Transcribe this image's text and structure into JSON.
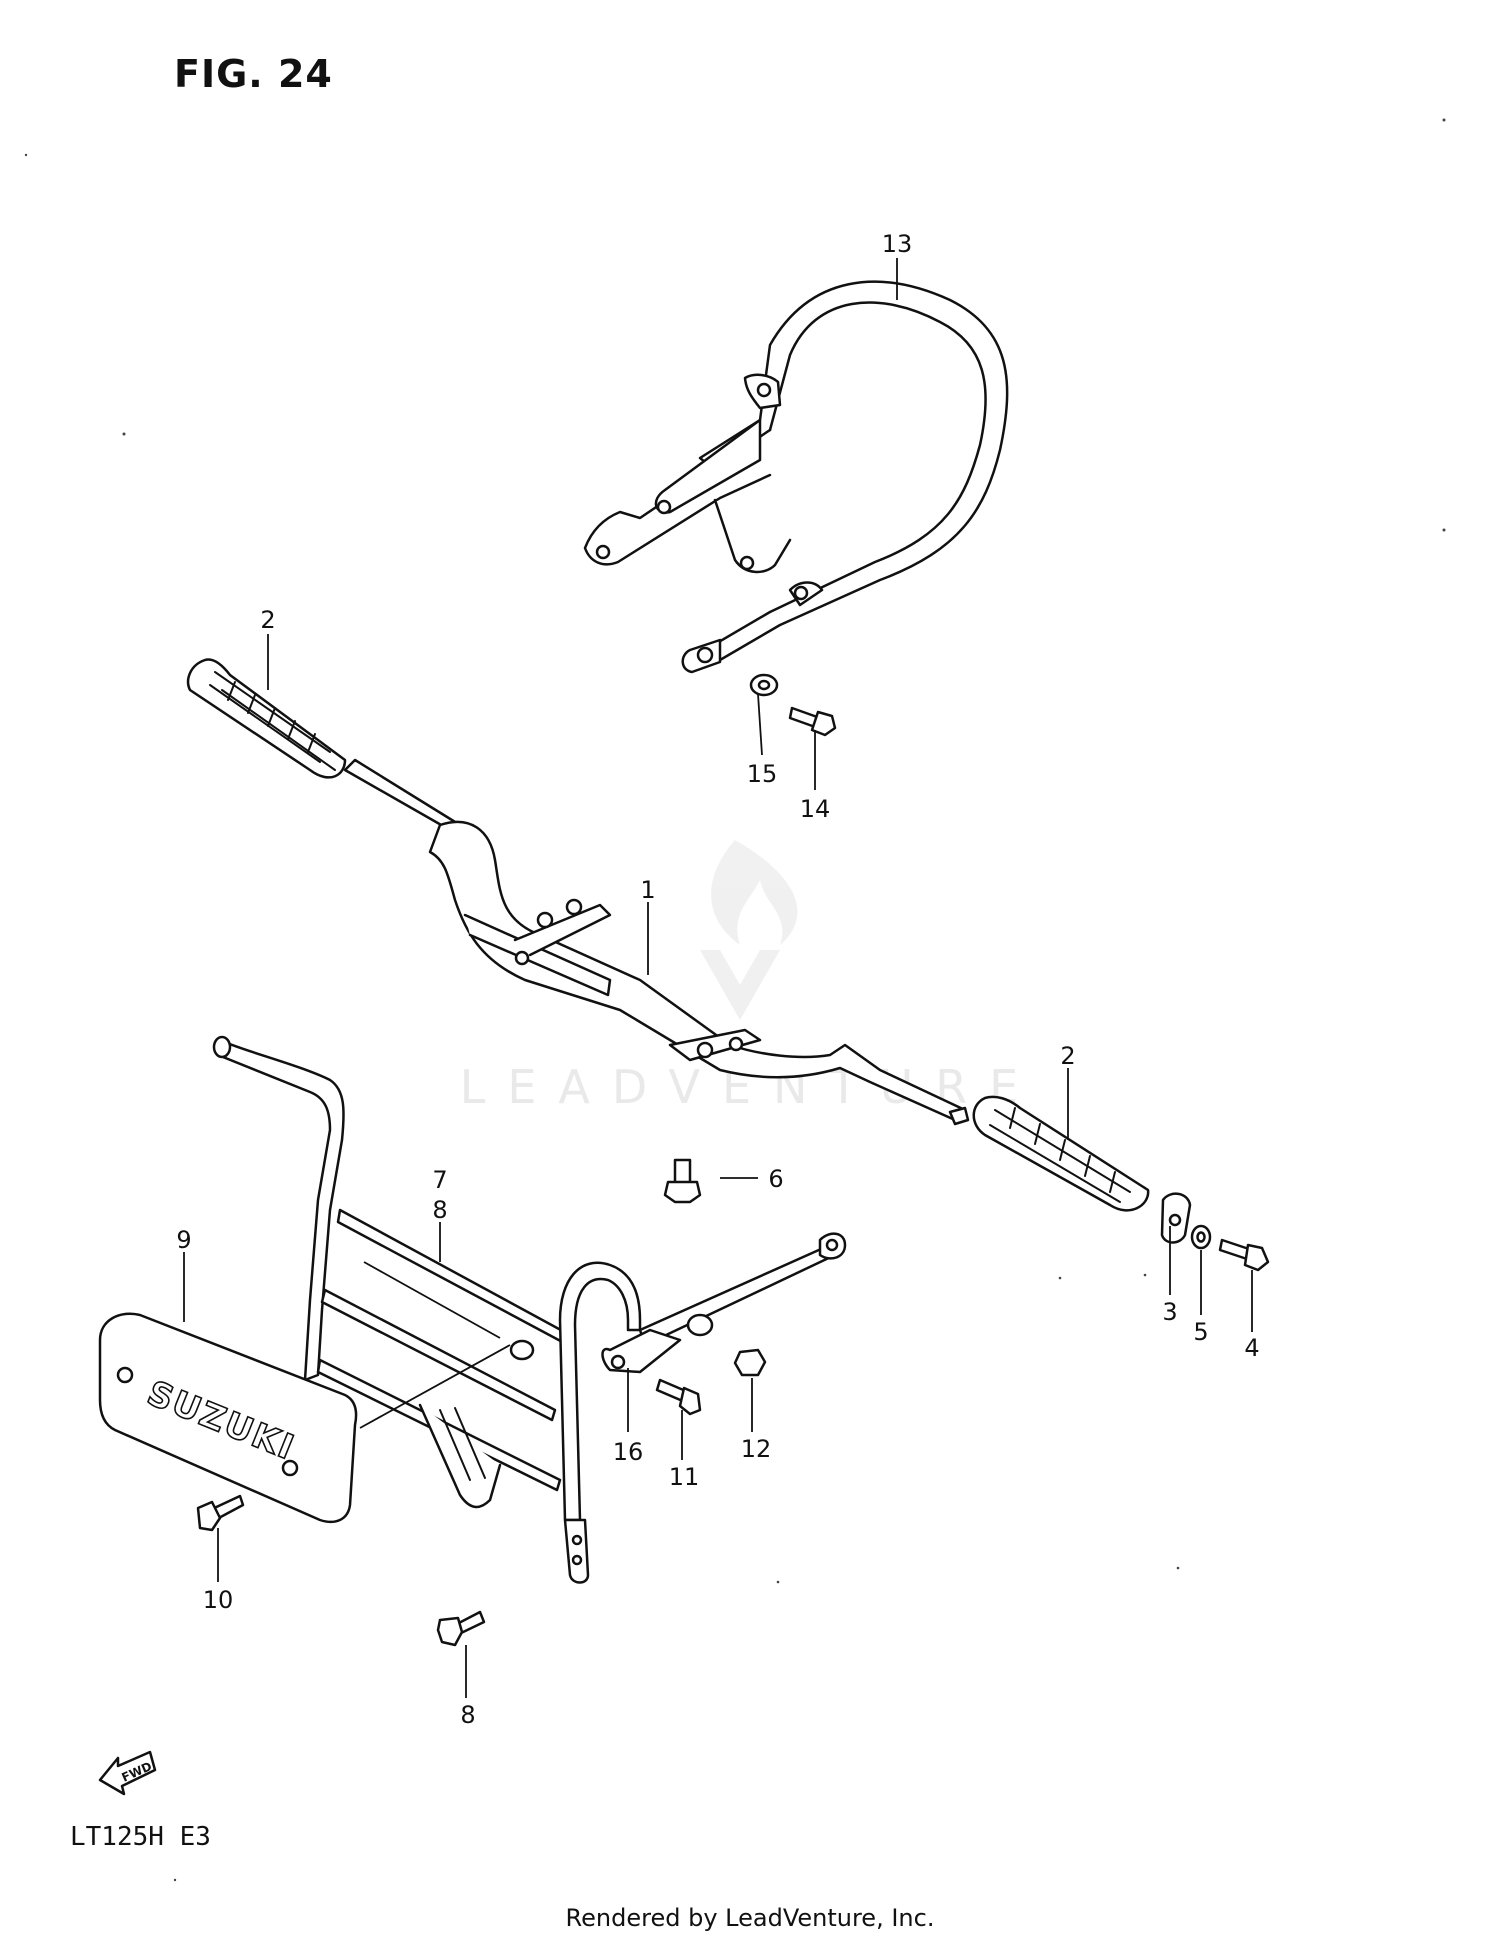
{
  "figure_title": "FIG. 24",
  "model_code": "LT125H  E3",
  "credit": "Rendered by LeadVenture, Inc.",
  "watermark_text": "LEADVENTURE",
  "fwd_label": "FWD",
  "brand_on_cover": "SUZUKI",
  "callouts": [
    "13",
    "2",
    "15",
    "14",
    "1",
    "2",
    "6",
    "7",
    "8",
    "9",
    "3",
    "5",
    "4",
    "16",
    "11",
    "12",
    "10",
    "8"
  ]
}
